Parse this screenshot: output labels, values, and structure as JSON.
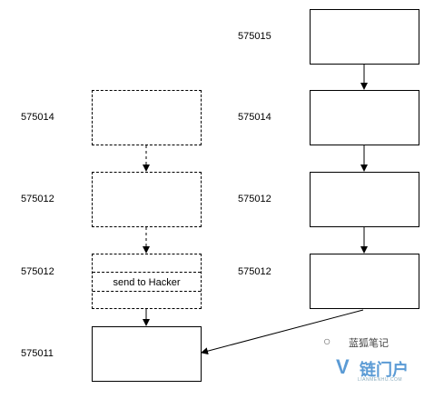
{
  "labels": {
    "r1": "575015",
    "r2": "575014",
    "r3": "575012",
    "r4": "575012",
    "l1": "575014",
    "l2": "575012",
    "l3": "575012",
    "l4": "575011"
  },
  "boxes": {
    "send_text": "send to Hacker"
  },
  "watermark": {
    "name": "蓝狐笔记",
    "logo": "链门户",
    "sub": "LIANMENHU.COM"
  }
}
